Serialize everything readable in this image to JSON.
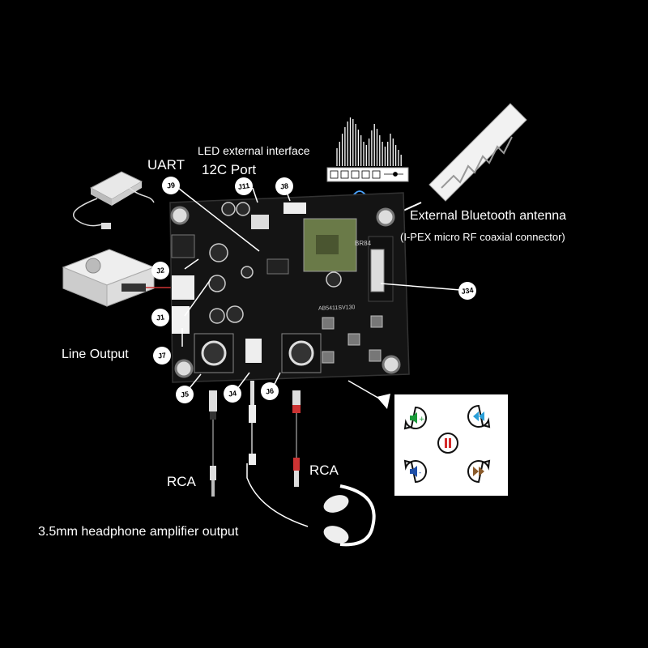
{
  "labels": {
    "led": "LED external interface",
    "uart": "UART",
    "i2c": "12C Port",
    "antenna": "External Bluetooth antenna",
    "antenna_sub": "(I-PEX micro RF coaxial connector)",
    "line_output": "Line Output",
    "rca_left": "RCA",
    "rca_right": "RCA",
    "headphone": "3.5mm headphone amplifier output",
    "board_model": "AB5411SV130",
    "module": "BR84"
  },
  "connectors": {
    "j9": "J9",
    "j11": "J11",
    "j8": "J8",
    "j2": "J2",
    "j1": "J1",
    "j7": "J7",
    "j5": "J5",
    "j4": "J4",
    "j6": "J6",
    "j34": "J34"
  },
  "colors": {
    "vol_up": "#1a9a3a",
    "prev": "#2a9fd8",
    "pause": "#d42a2a",
    "vol_down": "#1f4fa8",
    "next": "#8a5a2a"
  },
  "icons": {
    "vol_up": "volume-up-icon",
    "prev": "rewind-icon",
    "pause": "pause-icon",
    "vol_down": "volume-down-icon",
    "next": "fast-forward-icon"
  }
}
